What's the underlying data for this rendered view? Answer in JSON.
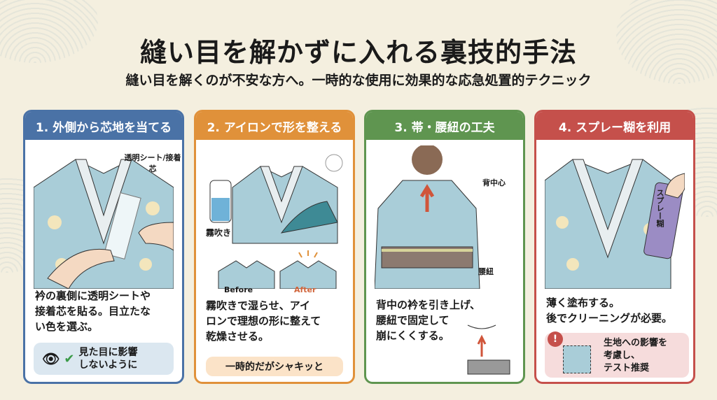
{
  "title": "縫い目を解かずに入れる裏技的手法",
  "subtitle": "縫い目を解くのが不安な方へ。一時的な使用に効果的な応急処置的テクニック",
  "colors": {
    "blue": "#4a72a6",
    "orange": "#e0913a",
    "green": "#5f9550",
    "red": "#c5504b",
    "kimono": "#a9cdd8",
    "background": "#f4efdf"
  },
  "panels": [
    {
      "header": "1. 外側から芯地を当てる",
      "label": "透明シート/接着芯",
      "desc": [
        "衿の裏側に透明シートや",
        "接着芯を貼る。目立たな",
        "い色を選ぶ。"
      ],
      "note": [
        "見た目に影響",
        "しないように"
      ],
      "icons": [
        "eye-icon",
        "check-icon"
      ]
    },
    {
      "header": "2. アイロンで形を整える",
      "label": "霧吹き",
      "before": "Before",
      "after": "After",
      "desc": [
        "霧吹きで湿らせ、アイ",
        "ロンで理想の形に整えて",
        "乾燥させる。"
      ],
      "note": [
        "一時的だがシャキッと"
      ]
    },
    {
      "header": "3. 帯・腰紐の工夫",
      "labels": [
        "背中心",
        "腰紐"
      ],
      "desc": [
        "背中の衿を引き上げ、",
        "腰紐で固定して",
        "崩にくくする。"
      ]
    },
    {
      "header": "4. スプレー糊を利用",
      "can_label": "スプレー糊",
      "desc": [
        "薄く塗布する。",
        "後でクリーニングが必要。"
      ],
      "note": [
        "生地への影響を",
        "考慮し、",
        "テスト推奨"
      ],
      "icons": [
        "warning-icon",
        "fabric-swatch-icon"
      ]
    }
  ]
}
